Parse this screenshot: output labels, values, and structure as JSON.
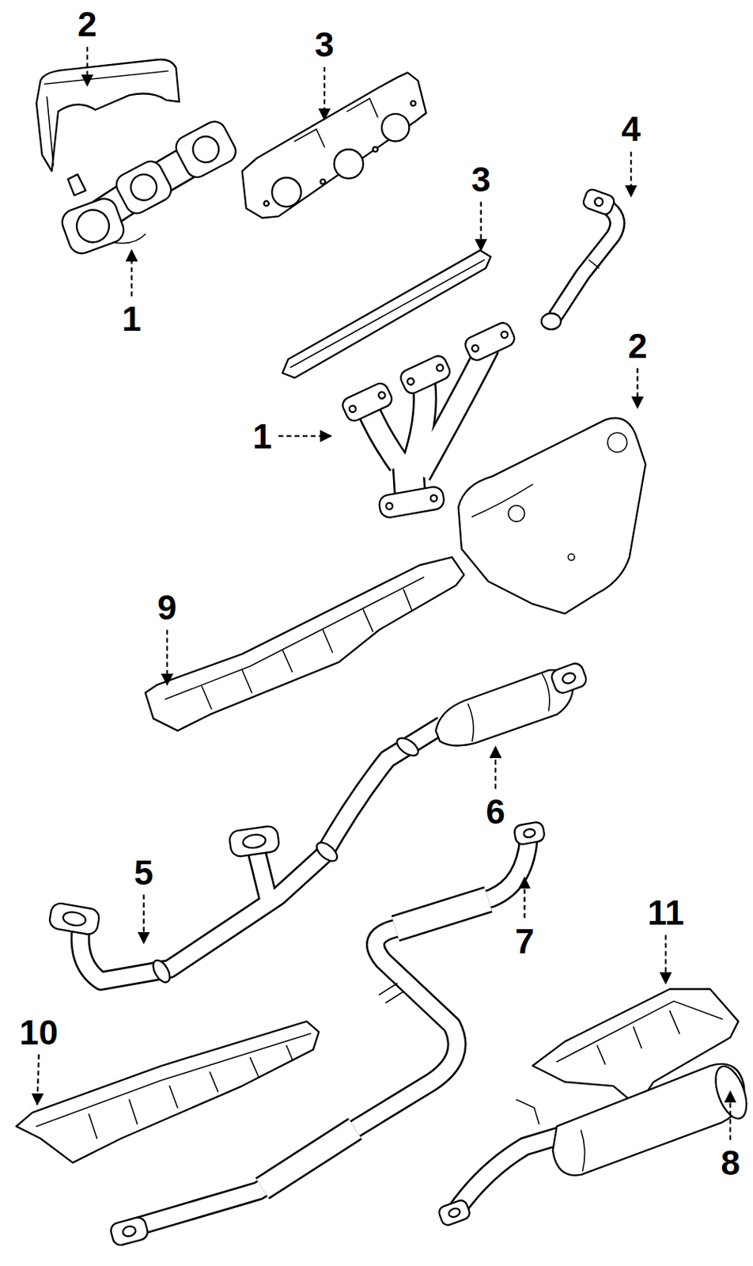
{
  "diagram": {
    "labels": [
      "2",
      "3",
      "4",
      "3",
      "1",
      "2",
      "1",
      "9",
      "6",
      "5",
      "7",
      "11",
      "10",
      "8"
    ]
  }
}
